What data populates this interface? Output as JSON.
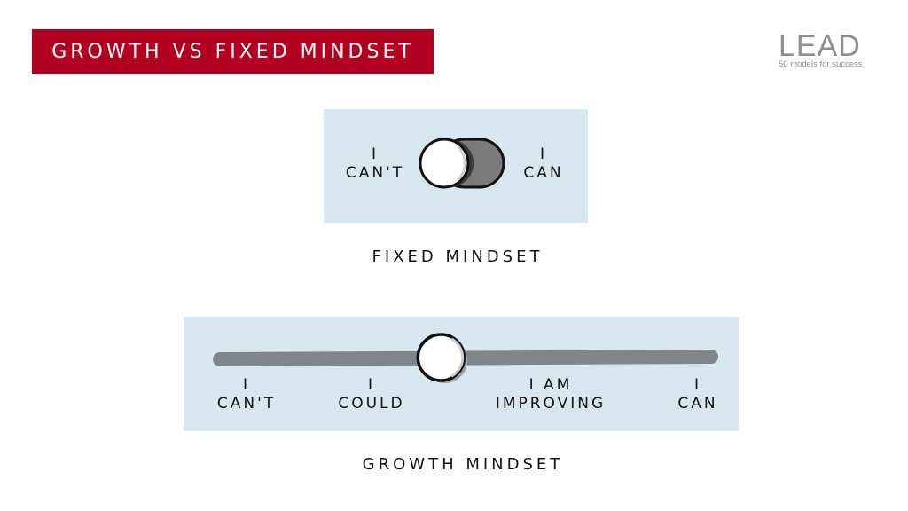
{
  "header": {
    "title": "GROWTH VS FIXED MINDSET",
    "logo": {
      "main": "LEAD",
      "tagline": "50 models for success"
    }
  },
  "colors": {
    "banner": "#b30021",
    "panel": "#d8e7ef",
    "track": "#7f868b",
    "toggle_track": "#7a7a7a",
    "logo": "#8e8e8e"
  },
  "fixed": {
    "left_label": {
      "top": "I",
      "bottom": "CAN'T"
    },
    "right_label": {
      "top": "I",
      "bottom": "CAN"
    },
    "toggle_state": "off",
    "caption": "FIXED MINDSET"
  },
  "growth": {
    "slider_value_fraction": 0.45,
    "stops": [
      {
        "top": "I",
        "bottom": "CAN'T"
      },
      {
        "top": "I",
        "bottom": "COULD"
      },
      {
        "top": "I AM",
        "bottom": "IMPROVING"
      },
      {
        "top": "I",
        "bottom": "CAN"
      }
    ],
    "caption": "GROWTH MINDSET"
  }
}
